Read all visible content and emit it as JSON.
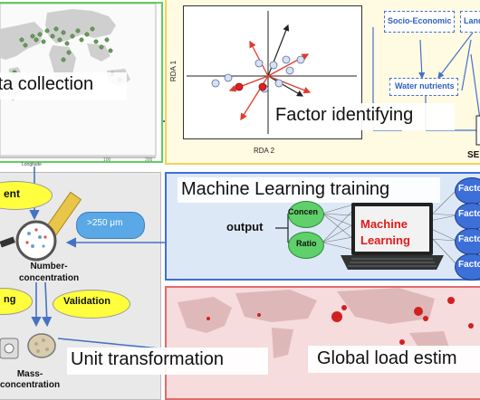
{
  "panels": {
    "data_collection": {
      "title": "Data collection",
      "axis_label": "Longitude",
      "axis_ticks": [
        "100",
        "200"
      ]
    },
    "factor_identifying": {
      "title": "Factor identifying",
      "rda_y_label": "RDA 1",
      "rda_x_label": "RDA 2",
      "boxes": [
        "Socio-Economic",
        "Land",
        "Water nutrients"
      ],
      "sem_label": "SE"
    },
    "ml_training": {
      "title": "Machine Learning training",
      "output_label": "output",
      "outputs": [
        "Concen",
        "Ratio"
      ],
      "laptop_text_line1": "Machine",
      "laptop_text_line2": "Learning",
      "factors": [
        "Facto",
        "Facto",
        "Facto",
        "Facto"
      ]
    },
    "unit": {
      "size_bubble": ">250 μm",
      "ellipse_top": "ent",
      "ellipse_left": "ng",
      "validation": "Validation",
      "number_conc": "Number-concentration",
      "mass_conc": "Mass-concentration",
      "title": "Unit transformation"
    },
    "global_load": {
      "title": "Global load estim"
    }
  },
  "colors": {
    "green_border": "#5fcf5f",
    "yellow_border": "#f2d35a",
    "blue_border": "#3d6fd8",
    "blue_bg": "#dde8f7",
    "red_border": "#e26b6b",
    "map_bg": "#f6dcdc",
    "grey_panel": "#e9e9e9",
    "ellipse_fill": "#ffff3d",
    "arrow_blue": "#4472c4"
  }
}
